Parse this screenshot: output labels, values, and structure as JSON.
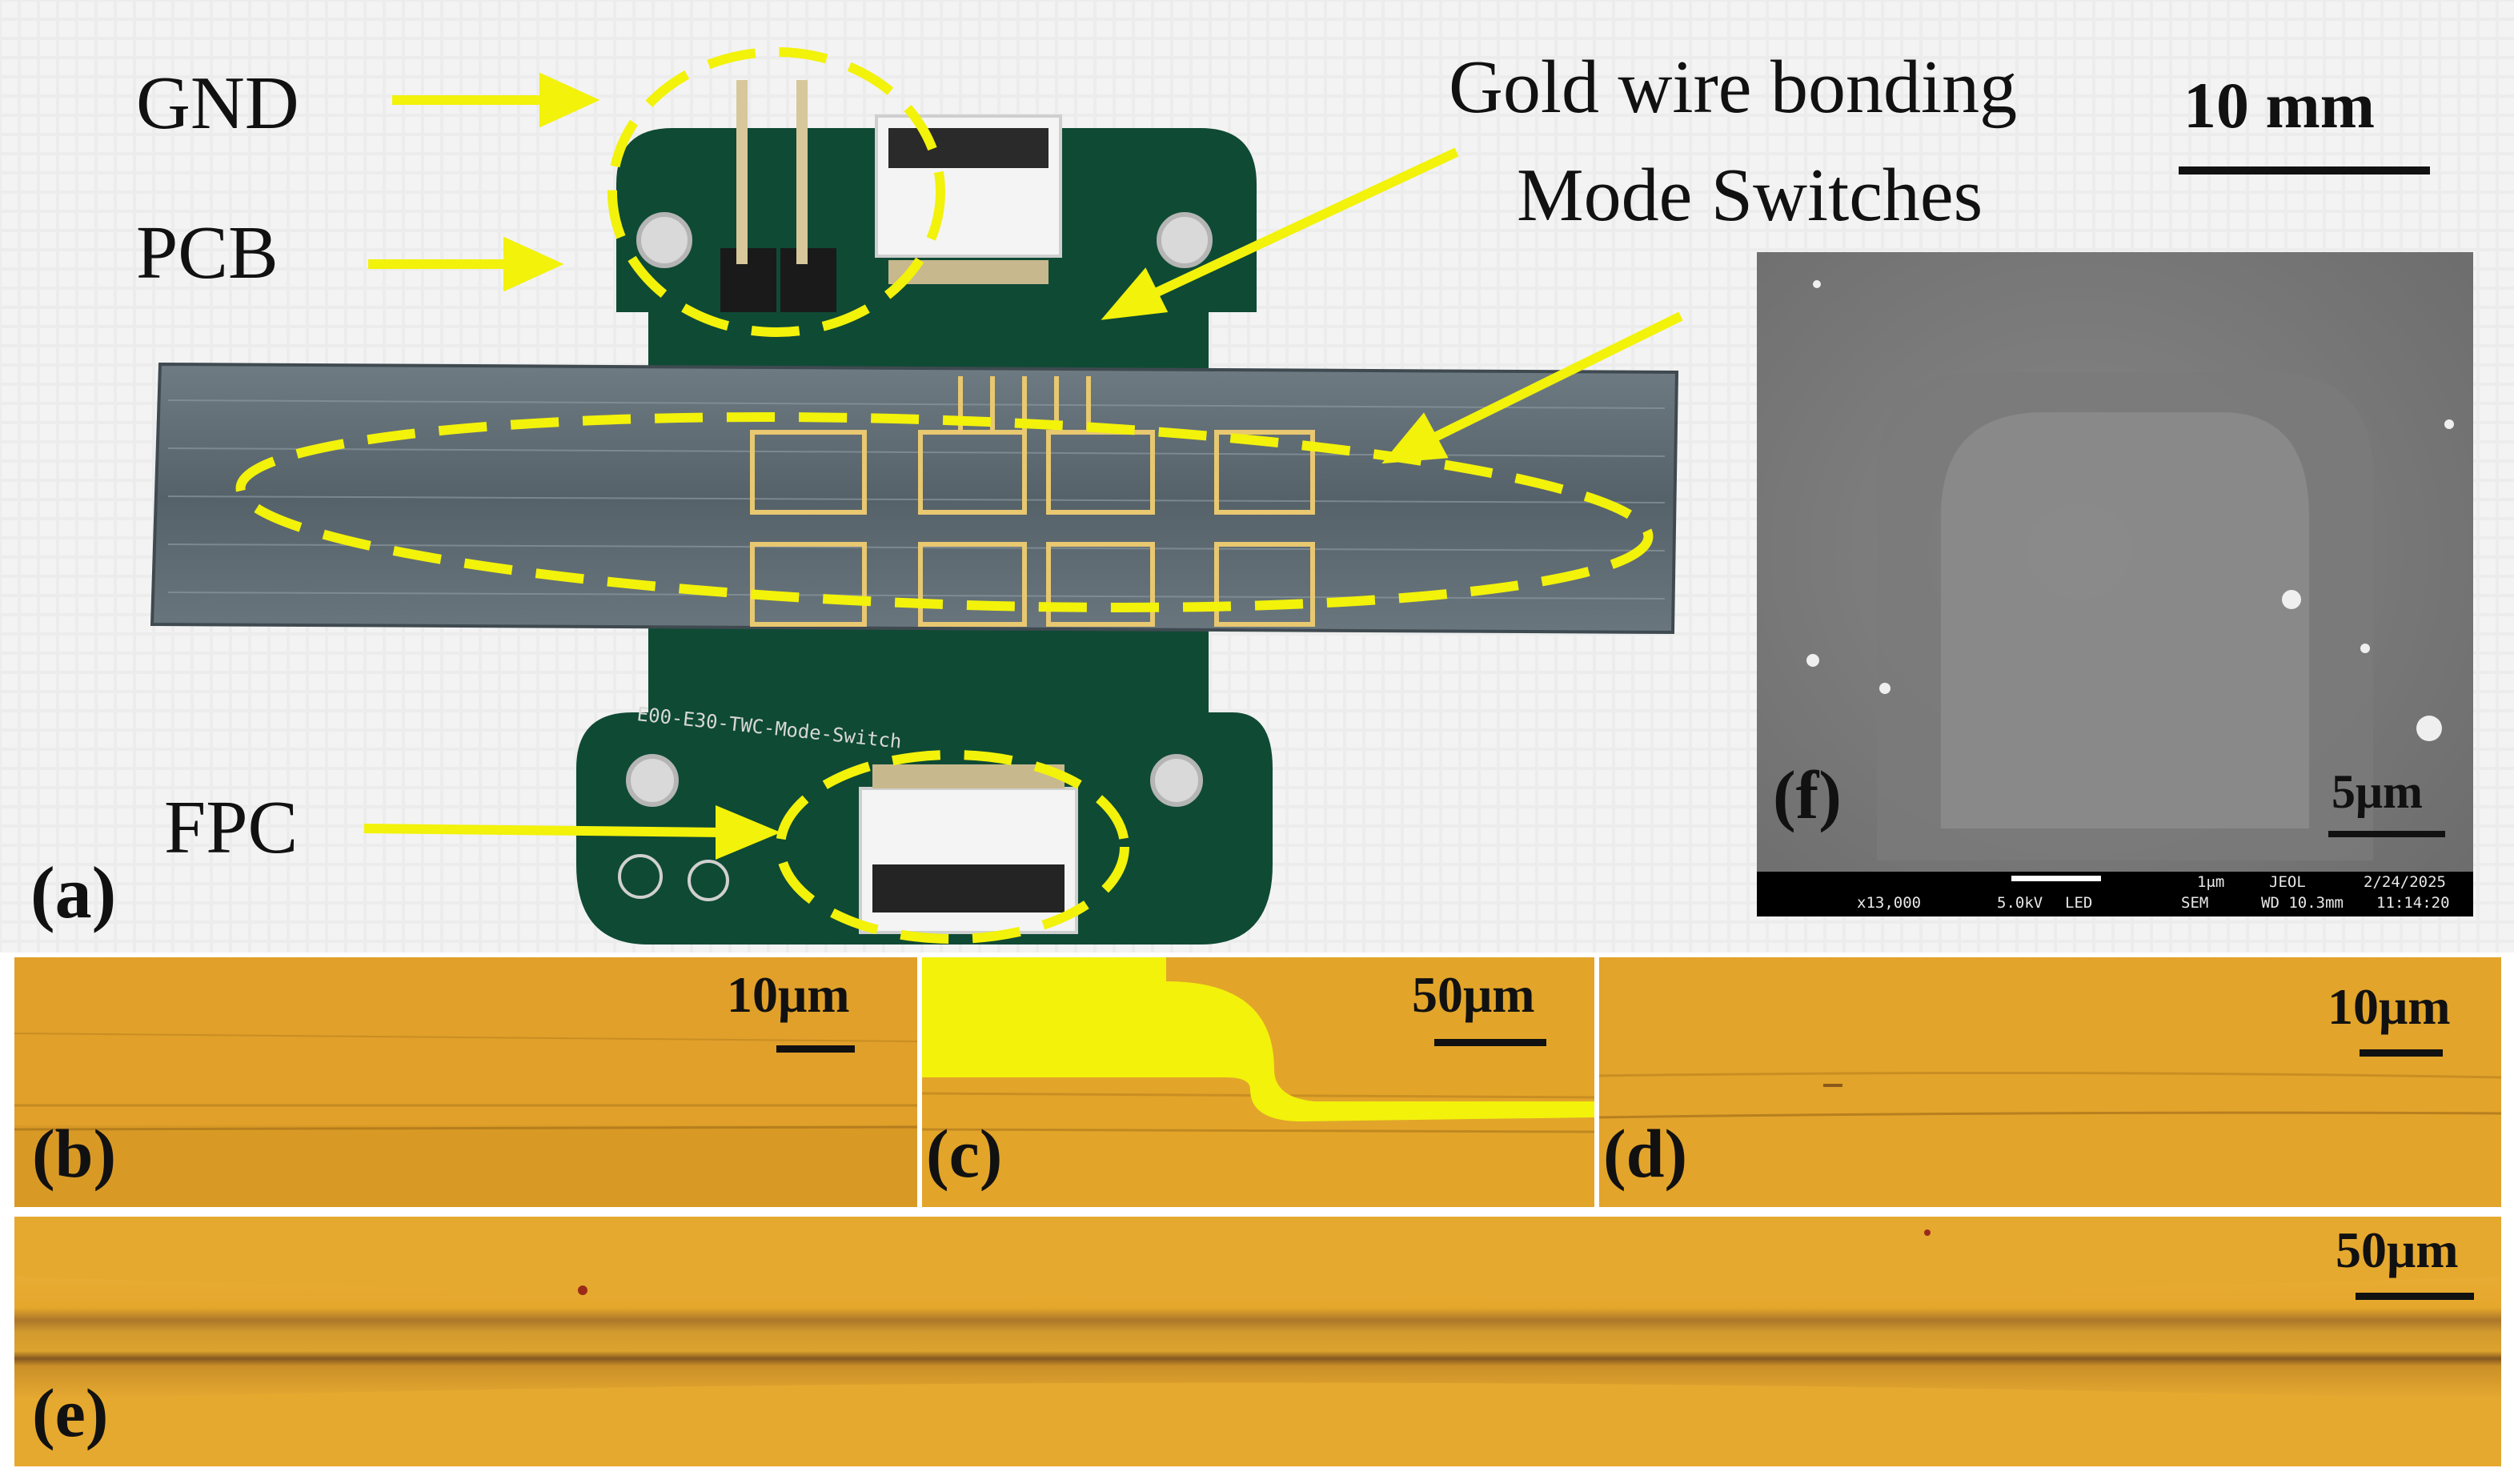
{
  "figure": {
    "panel_a": {
      "label": "(a)",
      "callouts": {
        "gnd": "GND",
        "pcb": "PCB",
        "gold_wire": "Gold wire bonding",
        "mode_switches": "Mode Switches",
        "fpc": "FPC"
      },
      "scale_bar_label": "10 mm",
      "board_silkscreen": "E00-E30-TWC-Mode-Switch"
    },
    "panel_b": {
      "label": "(b)",
      "scale_bar_label": "10μm"
    },
    "panel_c": {
      "label": "(c)",
      "scale_bar_label": "50μm"
    },
    "panel_d": {
      "label": "(d)",
      "scale_bar_label": "10μm"
    },
    "panel_e": {
      "label": "(e)",
      "scale_bar_label": "50μm"
    },
    "panel_f": {
      "label": "(f)",
      "scale_bar_label": "5μm",
      "sem_info": {
        "magnification": "x13,000",
        "voltage": "5.0kV",
        "detector": "LED",
        "mode": "SEM",
        "scale": "1μm",
        "brand": "JEOL",
        "wd": "WD 10.3mm",
        "date": "2/24/2025",
        "time": "11:14:20"
      }
    },
    "colors": {
      "pcb_green": "#0f4a35",
      "chip_gray": "#5d6a72",
      "highlight_yellow": "#f2f20a",
      "microscope_orange": "#e3a528",
      "sem_gray": "#7b7b7b"
    }
  }
}
